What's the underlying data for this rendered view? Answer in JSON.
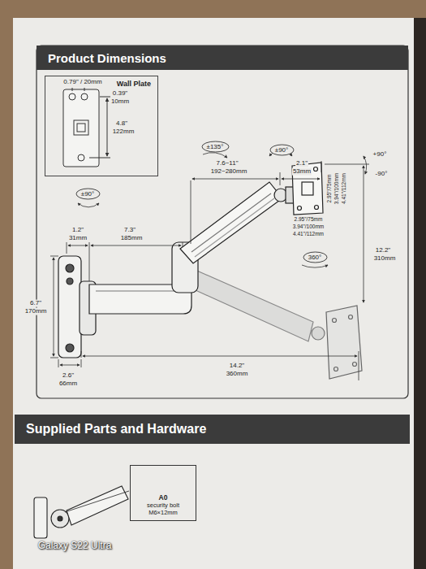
{
  "diagram": {
    "nodes": [
      {
        "text": [
          "Product Dimensions"
        ]
      },
      {
        "text": [
          "Wall Plate"
        ]
      },
      {
        "text": [
          "±135°"
        ]
      },
      {
        "text": [
          "±90°"
        ]
      },
      {
        "text": [
          "±90°"
        ]
      },
      {
        "text": [
          "360°"
        ]
      },
      {
        "text": [
          "Supplied Parts and Hardware"
        ]
      },
      {
        "text": [
          "A0",
          "security bolt",
          "M6×12mm"
        ]
      }
    ],
    "labels": [
      "0.79\" / 20mm",
      "0.39\"",
      "10mm",
      "4.8\"",
      "122mm",
      "7.6~11\"",
      "192~280mm",
      "2.1\"",
      "53mm",
      "+90°",
      "-90°",
      "2.95\"/75mm",
      "3.94\"/100mm",
      "4.41\"/112mm",
      "2.95\"/75mm",
      "3.94\"/100mm",
      "4.41\"/112mm",
      "1.2\"",
      "31mm",
      "7.3\"",
      "185mm",
      "12.2\"",
      "310mm",
      "6.7\"",
      "170mm",
      "14.2\"",
      "360mm",
      "2.6\"",
      "66mm",
      "Galaxy S22 Ultra"
    ]
  }
}
